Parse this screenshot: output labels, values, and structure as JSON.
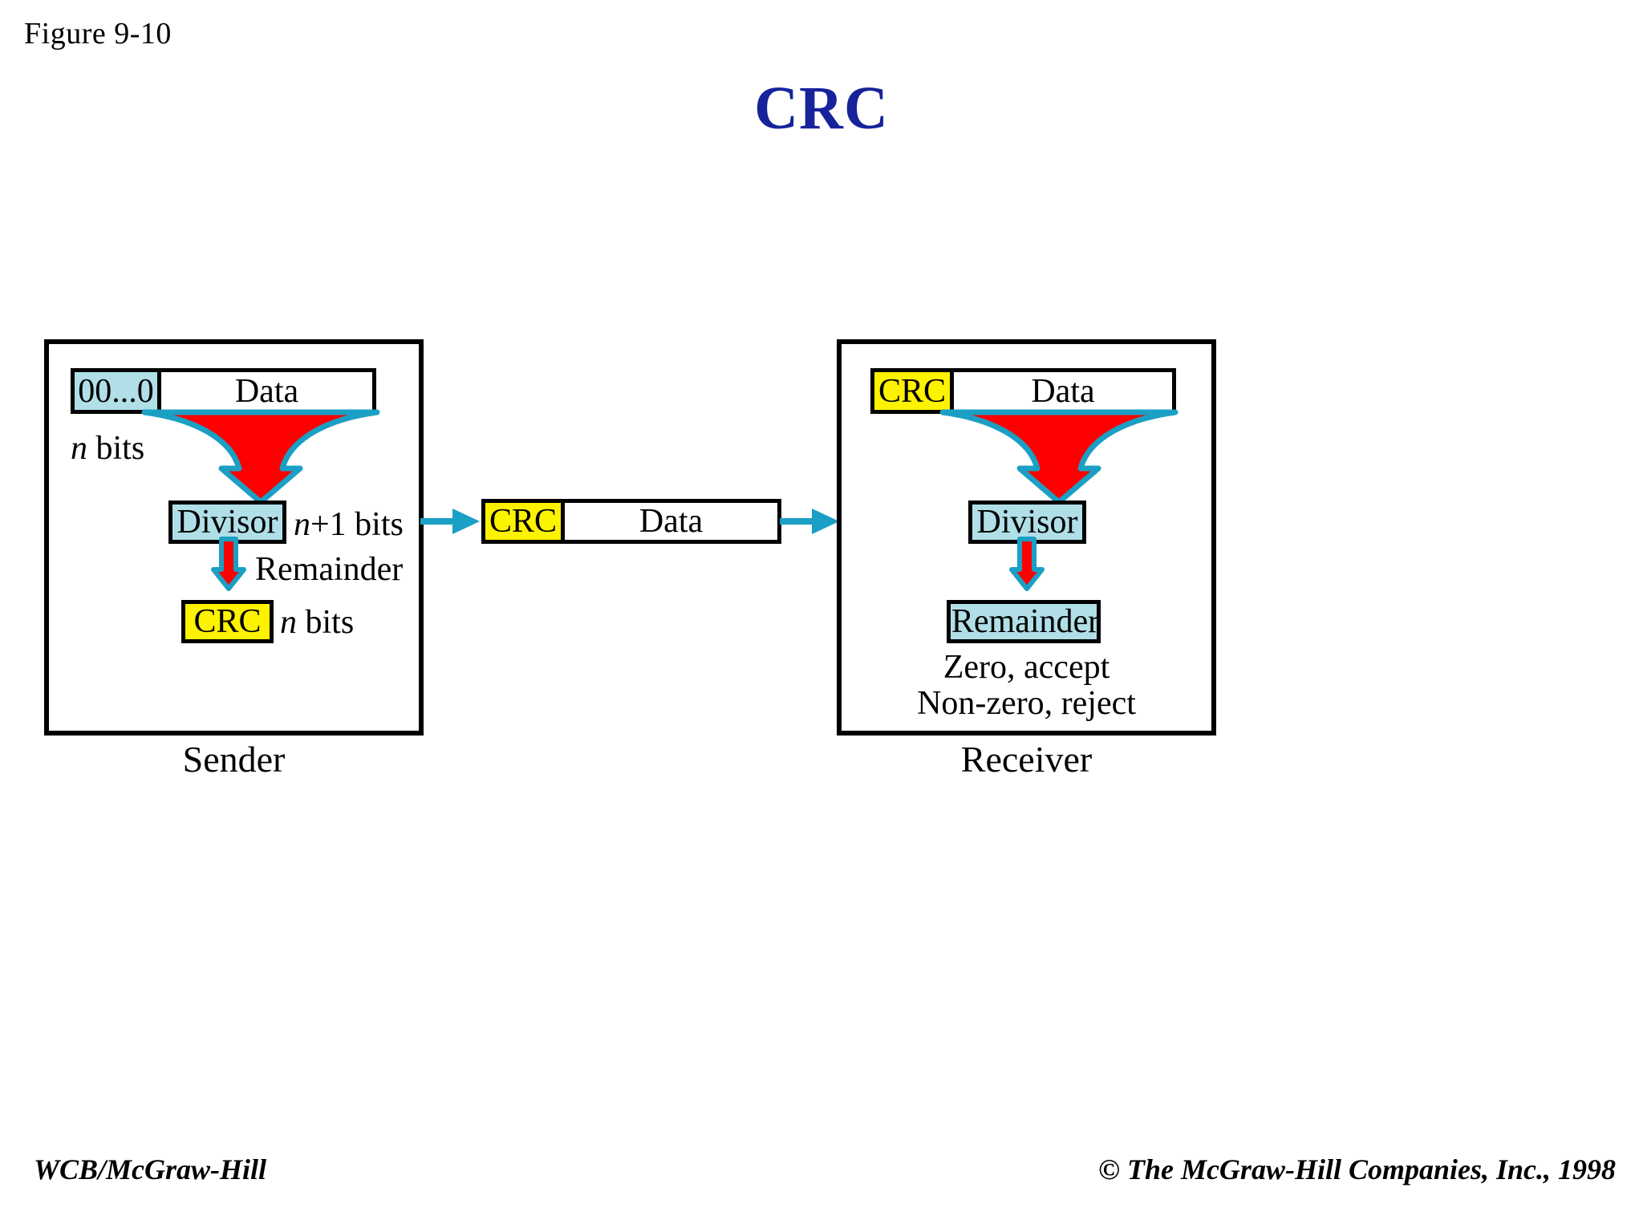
{
  "figure": {
    "label": "Figure 9-10"
  },
  "title": "CRC",
  "colors": {
    "title_blue": "#17239b",
    "cell_blue": "#b0dfe8",
    "cell_yellow": "#fdf200",
    "arrow_red": "#fe0000",
    "arrow_outline_cyan": "#1b9fc4",
    "border_black": "#000000",
    "background": "#ffffff"
  },
  "sender": {
    "caption": "Sender",
    "frame": {
      "tag": "00...0",
      "data": "Data"
    },
    "zeros_label": "n bits",
    "zeros_label_italic": "n",
    "zeros_label_rest": " bits",
    "divisor": "Divisor",
    "divisor_label_italic": "n",
    "divisor_label_rest": "+1 bits",
    "divisor_label": "n+1 bits",
    "remainder_label": "Remainder",
    "crc": "CRC",
    "crc_label_italic": "n",
    "crc_label_rest": " bits",
    "crc_label": "n bits"
  },
  "transmitted_frame": {
    "tag": "CRC",
    "data": "Data"
  },
  "receiver": {
    "caption": "Receiver",
    "frame": {
      "tag": "CRC",
      "data": "Data"
    },
    "divisor": "Divisor",
    "remainder": "Remainder",
    "verdict_line1": "Zero, accept",
    "verdict_line2": "Non-zero, reject"
  },
  "footer": {
    "left": "WCB/McGraw-Hill",
    "right": "© The McGraw-Hill Companies, Inc., 1998"
  }
}
